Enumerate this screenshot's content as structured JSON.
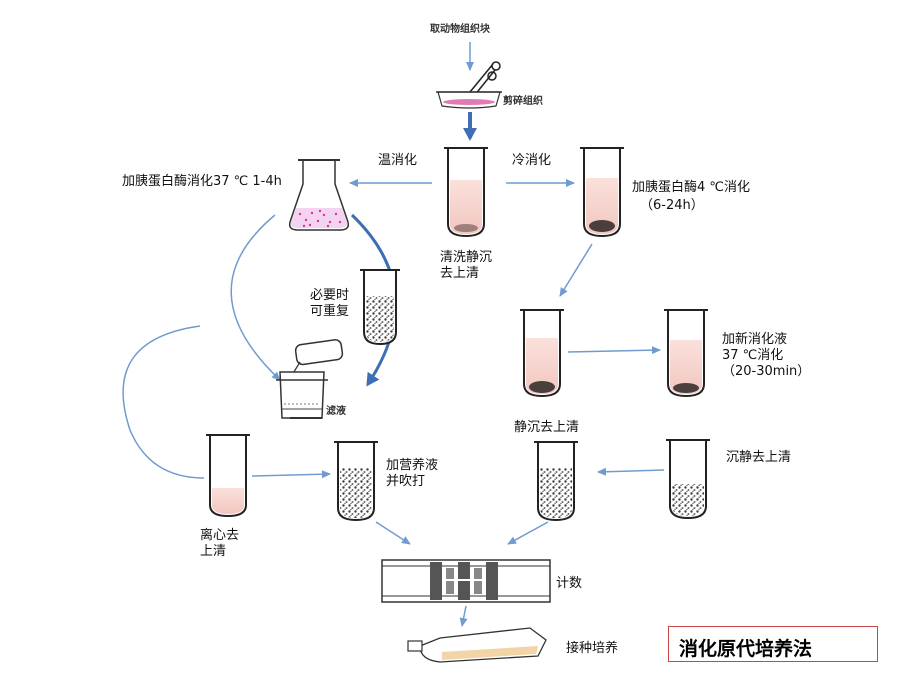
{
  "diagram": {
    "top_label": "取动物组织块",
    "mince_label": "剪碎组织",
    "warm_label": "温消化",
    "cold_label": "冷消化",
    "trypsin_warm": "加胰蛋白酶消化37 ℃ 1-4h",
    "trypsin_cold_line1": "加胰蛋白酶4 ℃消化",
    "trypsin_cold_line2": "（6-24h）",
    "wash_label": "清洗静沉\n去上清",
    "repeat_label": "必要时\n可重复",
    "filtrate_label": "滤液",
    "new_digest_label": "加新消化液\n37 ℃消化\n（20-30min）",
    "settle_label_1": "静沉去上清",
    "settle_label_2": "沉静去上清",
    "centrifuge_label": "离心去\n上清",
    "medium_label": "加营养液\n并吹打",
    "count_label": "计数",
    "inoculate_label": "接种培养",
    "title": "消化原代培养法"
  },
  "colors": {
    "arrow": "#6f9bd0",
    "thick_arrow": "#3e6fb5",
    "liquid_pink": "#f7d2cc",
    "sediment": "#5a4a48",
    "title_border": "#c44444"
  }
}
